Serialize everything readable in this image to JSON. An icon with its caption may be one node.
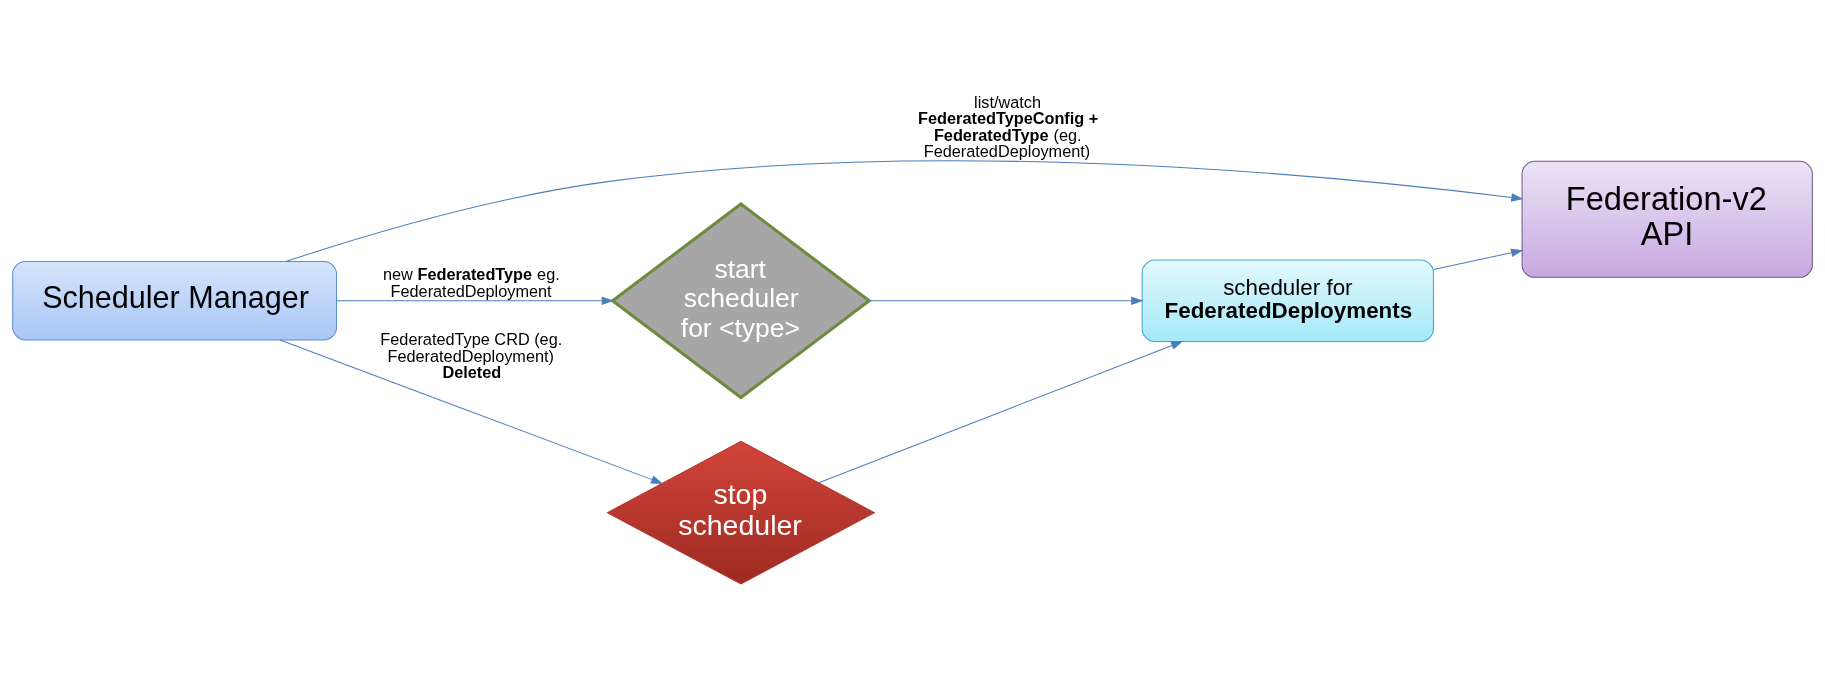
{
  "diagram": {
    "nodes": [
      {
        "text": [
          "Scheduler Manager"
        ]
      },
      {
        "text": [
          "Federation-v2 API"
        ]
      },
      {
        "text": [
          "start scheduler for <type>"
        ]
      },
      {
        "text": [
          "stop scheduler"
        ]
      },
      {
        "text": [
          "scheduler for **FederatedDeployments**"
        ]
      }
    ],
    "edges": [
      {
        "from": 0,
        "to": 1,
        "arrow": "to",
        "label": "list/watch **FederatedTypeConfig + FederatedType** (eg. FederatedDeployment)"
      },
      {
        "from": 0,
        "to": 2,
        "arrow": "to",
        "label": "new **FederatedType** eg. FederatedDeployment"
      },
      {
        "from": 0,
        "to": 3,
        "arrow": "to",
        "label": "FederatedType CRD (eg. FederatedDeployment) **Deleted**"
      },
      {
        "from": 2,
        "to": 4,
        "arrow": "to"
      },
      {
        "from": 3,
        "to": 4,
        "arrow": "to"
      },
      {
        "from": 4,
        "to": 1,
        "arrow": "to"
      }
    ]
  }
}
